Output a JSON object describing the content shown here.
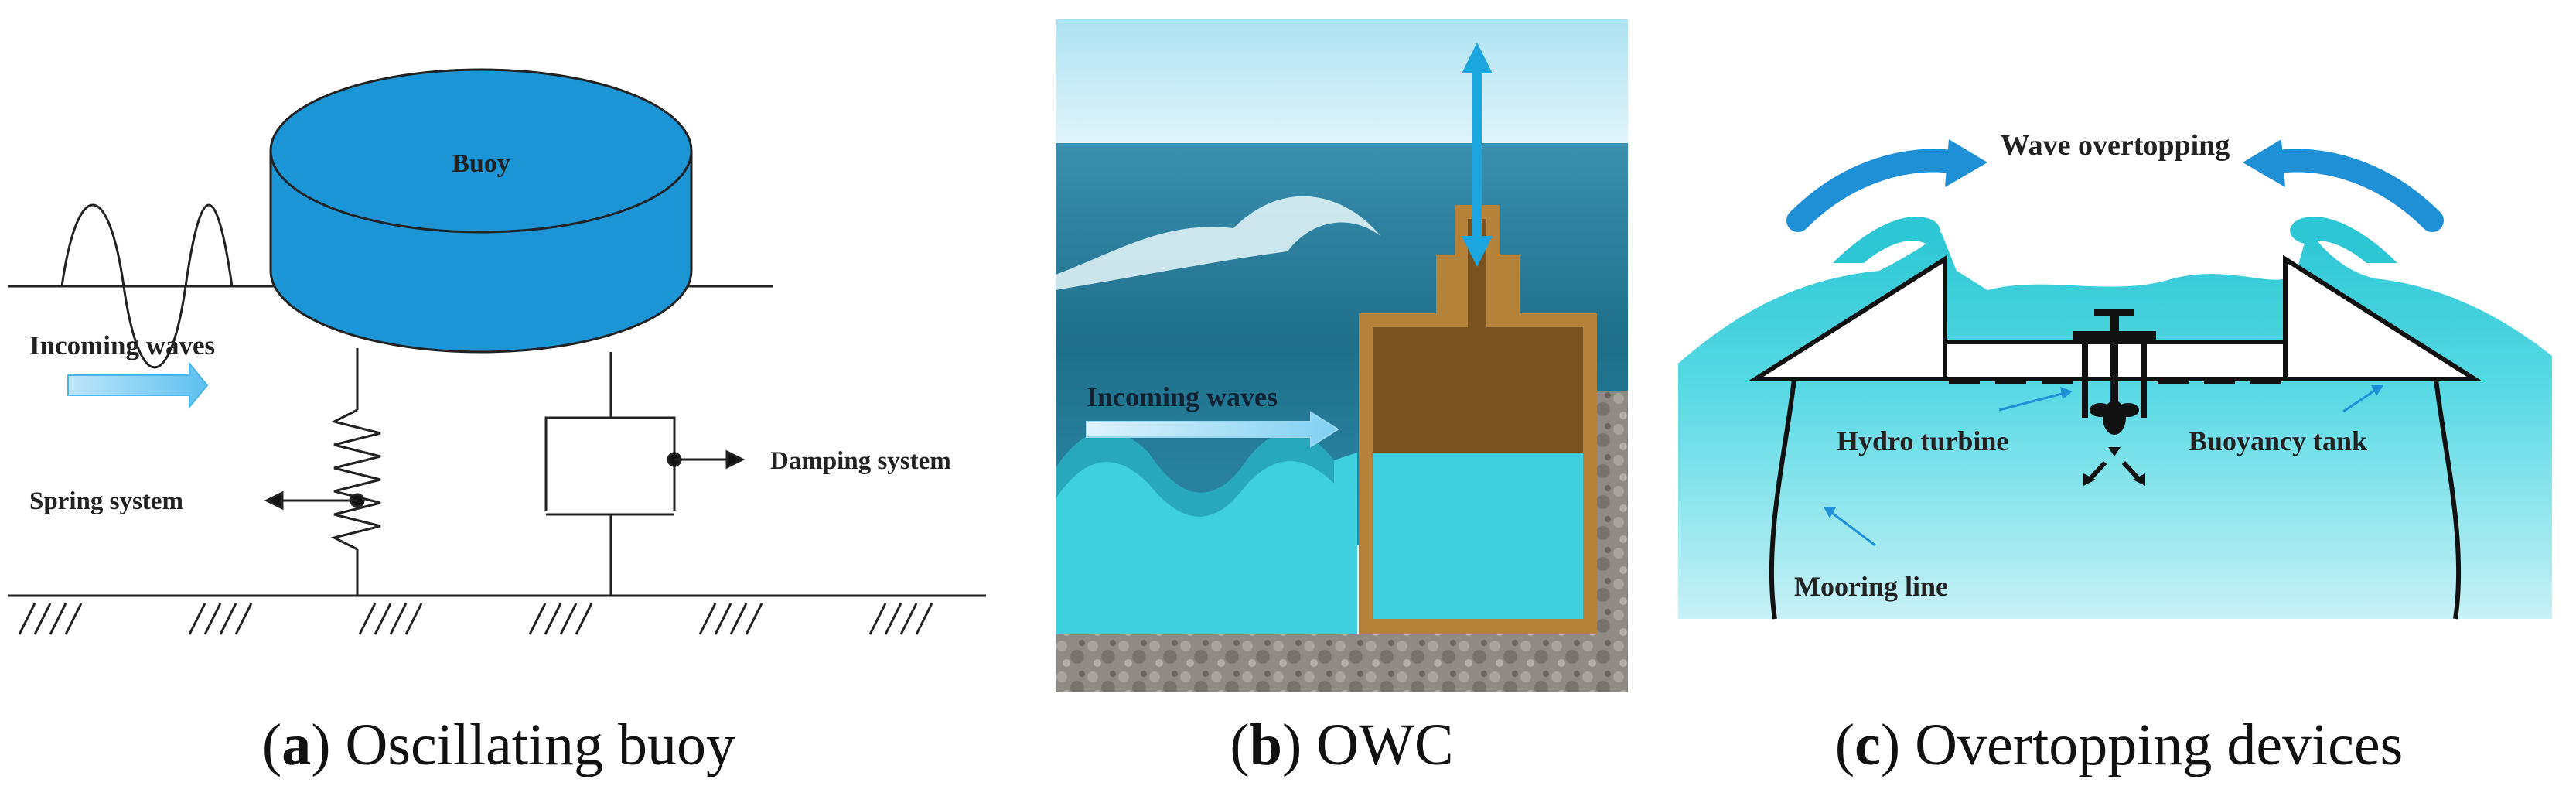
{
  "panel_a": {
    "buoy_label": "Buoy",
    "incoming_waves": "Incoming waves",
    "spring_system": "Spring system",
    "damping_system": "Damping system",
    "caption_letter": "a",
    "caption_text": "Oscillating buoy"
  },
  "panel_b": {
    "incoming_waves": "Incoming waves",
    "caption_letter": "b",
    "caption_text": "OWC"
  },
  "panel_c": {
    "wave_overtopping": "Wave overtopping",
    "hydro_turbine": "Hydro turbine",
    "buoyancy_tank": "Buoyancy tank",
    "mooring_line": "Mooring line",
    "caption_letter": "c",
    "caption_text": "Overtopping devices"
  },
  "colors": {
    "buoy_blue": "#1b95d6",
    "water_cyan": "#38cfe0",
    "arrow_blue": "#1f8fd6",
    "chamber_brown": "#b5823a"
  }
}
